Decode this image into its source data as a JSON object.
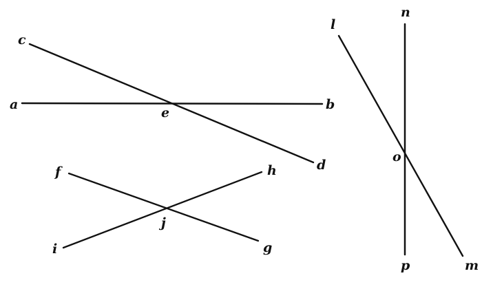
{
  "figure": {
    "labels": {
      "a": "a",
      "b": "b",
      "c": "c",
      "d": "d",
      "e": "e",
      "f": "f",
      "g": "g",
      "h": "h",
      "i": "i",
      "j": "j",
      "l": "l",
      "m": "m",
      "n": "n",
      "o": "o",
      "p": "p"
    },
    "lines": [
      "ab",
      "cd",
      "fg",
      "ih",
      "lm",
      "np"
    ],
    "color": "#111111"
  }
}
